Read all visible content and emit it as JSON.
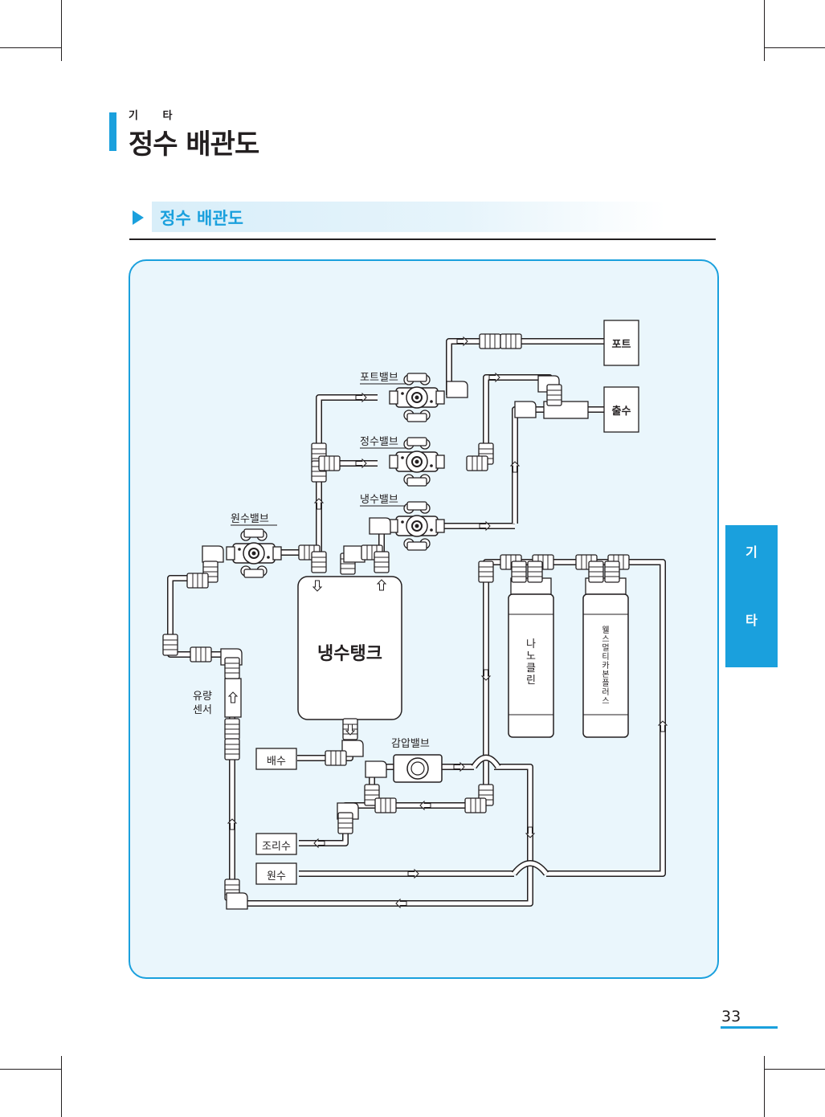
{
  "header": {
    "category": "기 타",
    "title": "정수 배관도"
  },
  "section": {
    "title": "정수 배관도"
  },
  "diagram": {
    "tank": "냉수탱크",
    "pot": "포트",
    "dispense": "출수",
    "pot_valve": "포트밸브",
    "purify_valve": "정수밸브",
    "cold_valve": "냉수밸브",
    "source_valve": "원수밸브",
    "flow_sensor_1": "유량",
    "flow_sensor_2": "센서",
    "drain": "배수",
    "pressure_valve": "감압밸브",
    "cooking_water": "조리수",
    "source_water": "원수",
    "filter_1": "나노클린",
    "filter_2": "웰스멀티카본플러스"
  },
  "side_tab": {
    "char1": "기",
    "char2": "타"
  },
  "page_number": "33",
  "colors": {
    "accent": "#1aa0dd",
    "panel": "#eaf6fc"
  }
}
